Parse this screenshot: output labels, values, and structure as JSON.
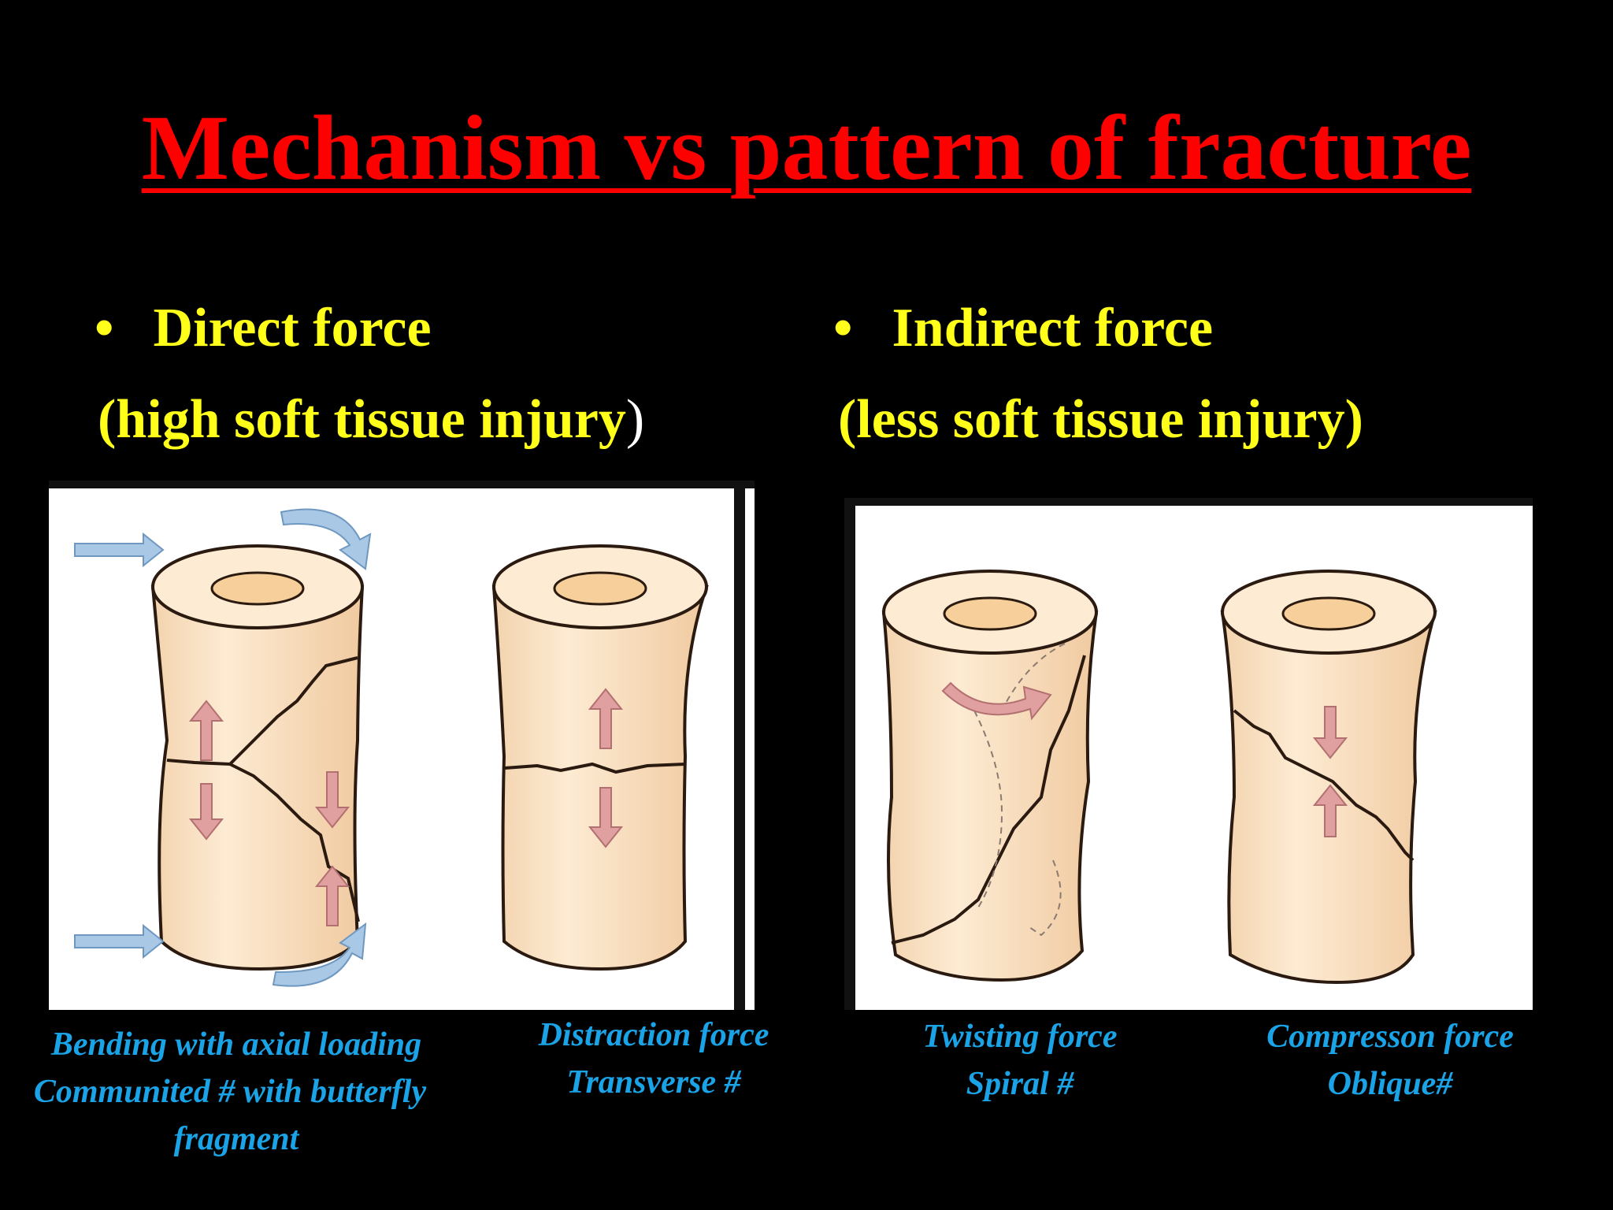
{
  "title": "Mechanism vs pattern of fracture",
  "left": {
    "bullet": "•",
    "heading": "Direct force",
    "subheading_main": "(high soft tissue injury",
    "subheading_close": ")"
  },
  "right": {
    "bullet": "•",
    "heading": "Indirect force",
    "subheading": "(less soft tissue injury)"
  },
  "captions": {
    "bending": [
      "Bending with axial loading",
      "Communited # with butterfly",
      "fragment"
    ],
    "distraction": [
      "Distraction force",
      "Transverse #"
    ],
    "twisting": [
      "Twisting force",
      "Spiral #"
    ],
    "compression": [
      "Compresson force",
      "Oblique#"
    ]
  },
  "colors": {
    "title": "#ff0000",
    "heading": "#ffff1a",
    "caption": "#1aa3e6",
    "bone_fill": "#fbe4c8",
    "bone_outline": "#2a1a10",
    "marrow": "#f7cf9a",
    "force_arrow_blue": "#a9c8e6",
    "stress_arrow_pink": "#e0a0a0"
  }
}
